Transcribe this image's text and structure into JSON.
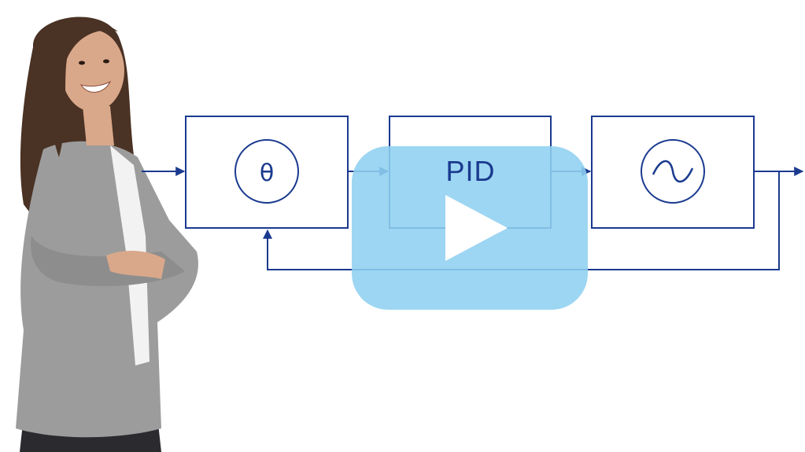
{
  "blocks": {
    "sensor": {
      "symbol": "θ"
    },
    "controller": {
      "label": "PID"
    },
    "plant": {
      "symbol": "~"
    }
  },
  "video": {
    "play_icon": "play-icon"
  },
  "person": {
    "icon": "person-photo"
  },
  "colors": {
    "line": "#1a3a8f",
    "play_overlay": "#8fd0f0",
    "play_triangle": "#ffffff",
    "blazer": "#9c9c9c",
    "hair": "#4a3224",
    "skin": "#d9a88a",
    "shirt": "#f2f2f2",
    "pants": "#2b2b2f"
  }
}
